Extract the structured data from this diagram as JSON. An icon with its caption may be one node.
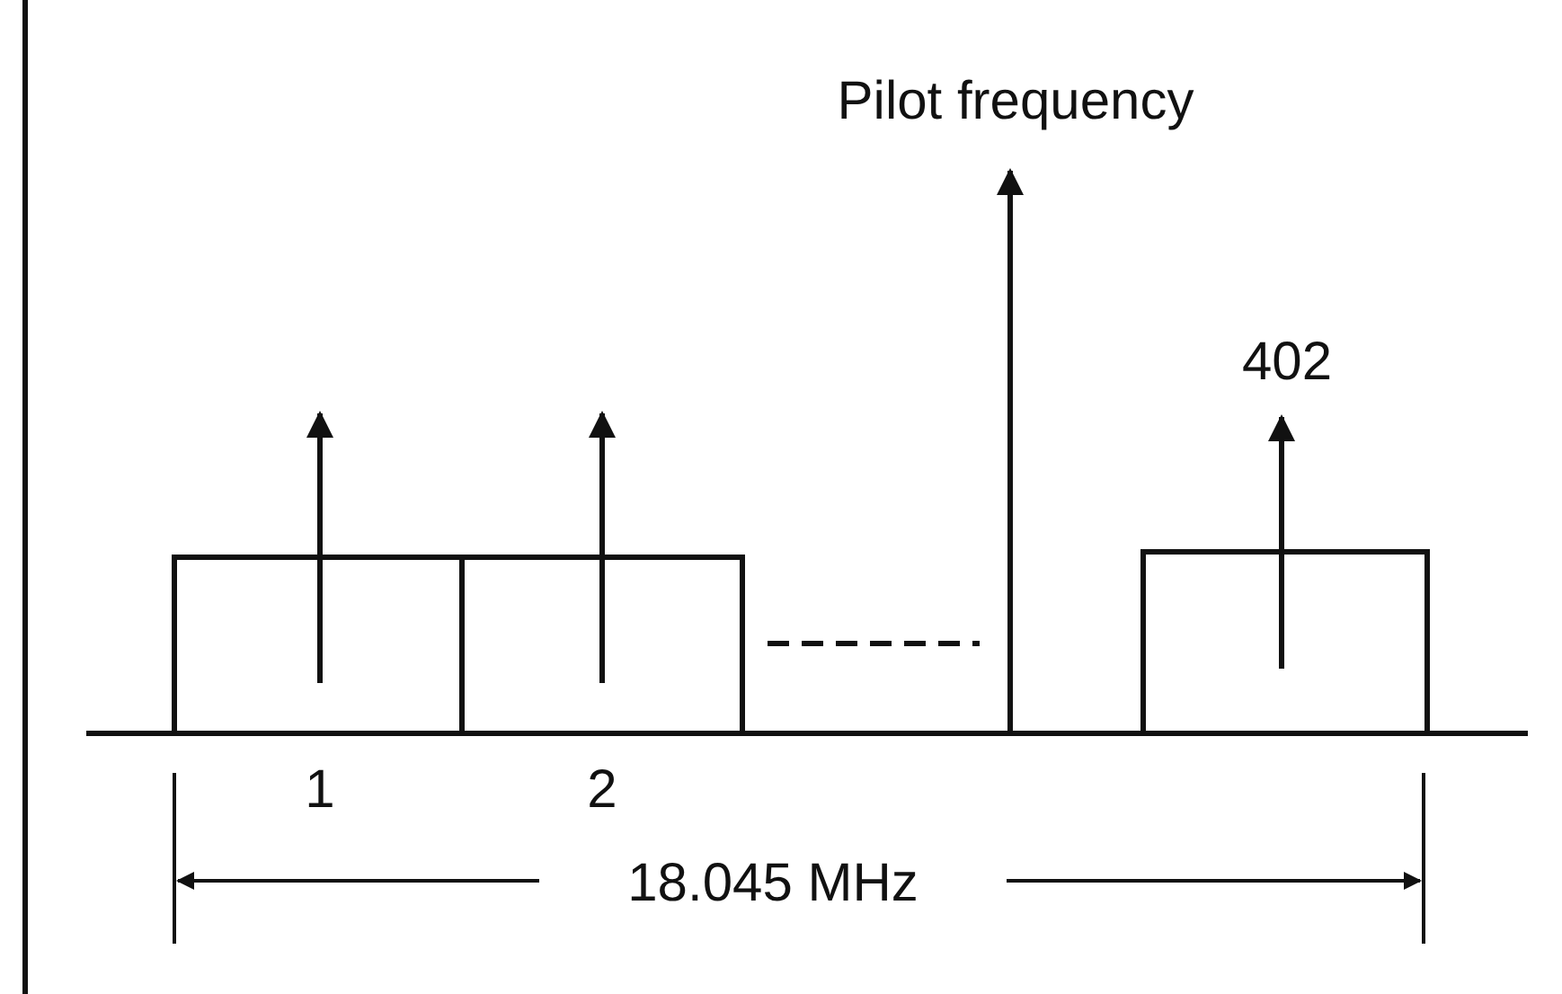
{
  "diagram": {
    "labels": [
      "Pilot frequency",
      "402",
      "1",
      "2",
      "18.045 MHz"
    ]
  }
}
